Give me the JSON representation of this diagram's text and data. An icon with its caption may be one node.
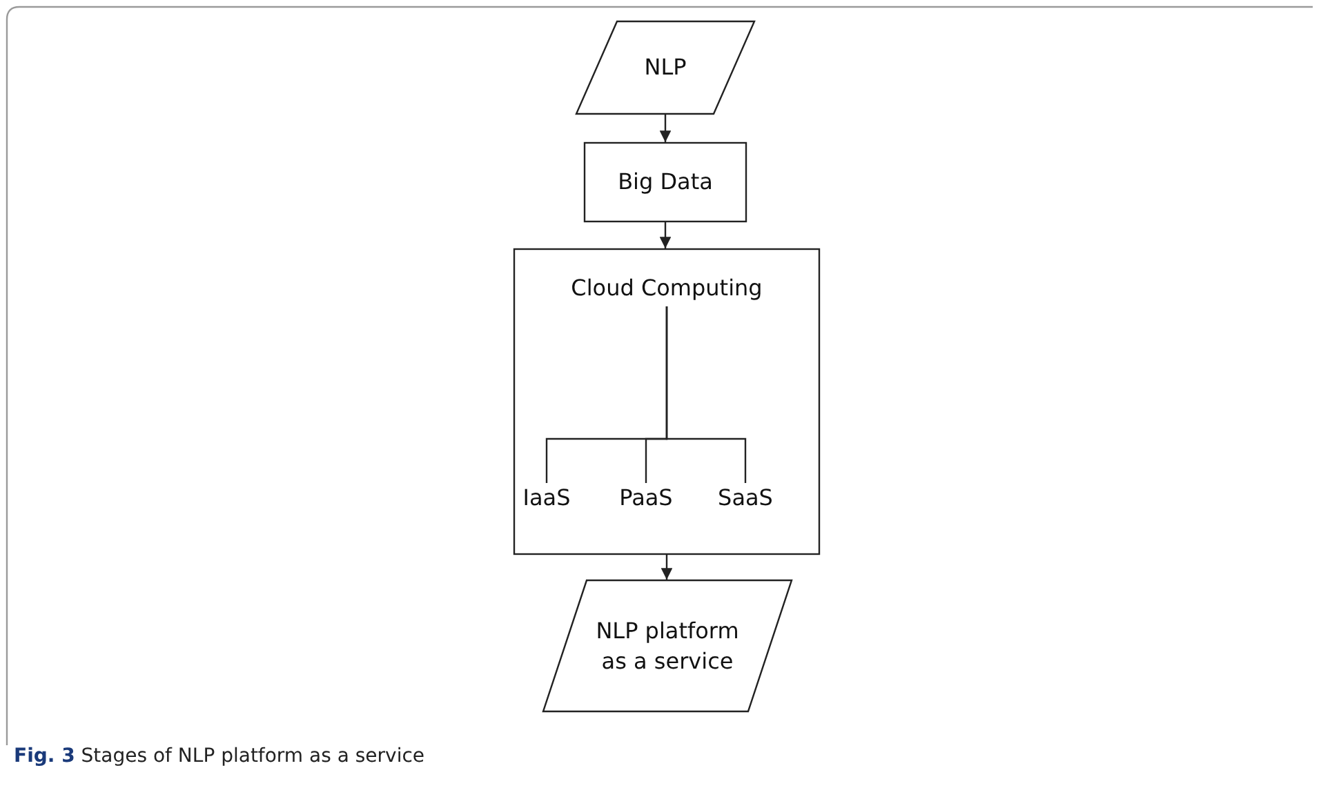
{
  "diagram": {
    "caption": "**Fig. 3** Stages of NLP platform as a service",
    "nodes": [
      {
        "text": [
          "NLP"
        ]
      },
      {
        "text": [
          "Big Data"
        ]
      },
      {
        "text": [],
        "shape": "box"
      },
      {
        "text": [
          "Cloud Computing"
        ],
        "in": 2
      },
      {
        "text": [
          "IaaS"
        ],
        "in": 2
      },
      {
        "text": [
          "PaaS"
        ],
        "in": 2
      },
      {
        "text": [
          "SaaS"
        ],
        "in": 2
      },
      {
        "text": [
          "NLP platform as a service"
        ]
      }
    ],
    "edges": [
      {
        "from": 0,
        "to": 1,
        "arrow": "to"
      },
      {
        "from": 1,
        "to": 2,
        "arrow": "to"
      },
      {
        "from": 3,
        "to": 4,
        "arrow": "none"
      },
      {
        "from": 3,
        "to": 5,
        "arrow": "none"
      },
      {
        "from": 3,
        "to": 6,
        "arrow": "none"
      },
      {
        "from": 2,
        "to": 7,
        "arrow": "to"
      }
    ]
  }
}
